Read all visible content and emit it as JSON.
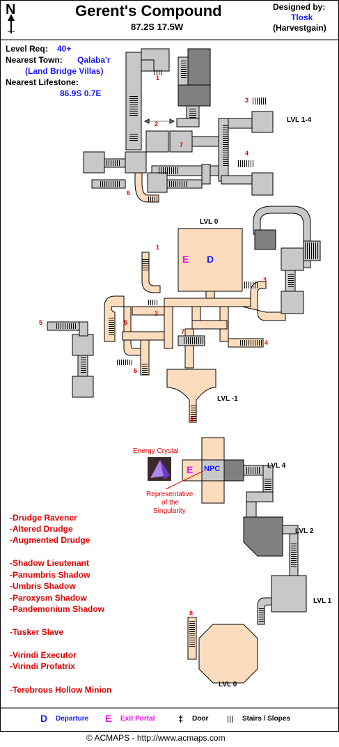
{
  "header": {
    "north_letter": "N",
    "title": "Gerent's Compound",
    "coords": "87.2S 17.5W",
    "designed_by_label": "Designed by:",
    "designer": "Tlosk",
    "designer_alt": "(Harvestgain)"
  },
  "info": {
    "level_req_label": "Level Req:",
    "level_req": "40+",
    "nearest_town_label": "Nearest Town:",
    "nearest_town": "Qalaba'r",
    "nearest_town_detail": "(Land Bridge Villas)",
    "nearest_lifestone_label": "Nearest Lifestone:",
    "nearest_lifestone": "86.9S 0.7E"
  },
  "levels": {
    "lvl_1_4": "LVL 1-4",
    "lvl_0_top": "LVL 0",
    "lvl_minus1": "LVL -1",
    "lvl_4": "LVL 4",
    "lvl_2": "LVL 2",
    "lvl_1": "LVL 1",
    "lvl_0_bottom": "LVL 0"
  },
  "markers": {
    "e": "E",
    "d": "D",
    "npc": "NPC",
    "n1": "1",
    "n2": "2",
    "n3": "3",
    "n4": "4",
    "n5": "5",
    "n6": "6",
    "n7": "7",
    "n8": "8"
  },
  "callouts": {
    "energy_crystal": "Energy Crystal",
    "representative_1": "Representative",
    "representative_2": "of the",
    "representative_3": "Singularity"
  },
  "monsters": [
    "-Drudge Ravener",
    "-Altered Drudge",
    "-Augmented Drudge",
    "-Shadow Lieutenant",
    "-Panumbris Shadow",
    "-Umbris Shadow",
    "-Paroxysm Shadow",
    "-Pandemonium Shadow",
    "-Tusker Slave",
    "-Virindi Executor",
    "-Virindi Profatrix",
    "-Terebrous Hollow Minion"
  ],
  "legend": {
    "d_symbol": "D",
    "d_label": "Departure",
    "e_symbol": "E",
    "e_label": "Exit Portal",
    "door_symbol": "‡",
    "door_label": "Door",
    "stairs_label": "Stairs / Slopes"
  },
  "footer": "© ACMAPS - http://www.acmaps.com",
  "colors": {
    "room_gray": "#c8c8c8",
    "room_dark": "#808080",
    "room_tan": "#fbdcbc",
    "number_red": "#e00000",
    "label_blue": "#1a1aff",
    "portal_magenta": "#ff00ff"
  }
}
